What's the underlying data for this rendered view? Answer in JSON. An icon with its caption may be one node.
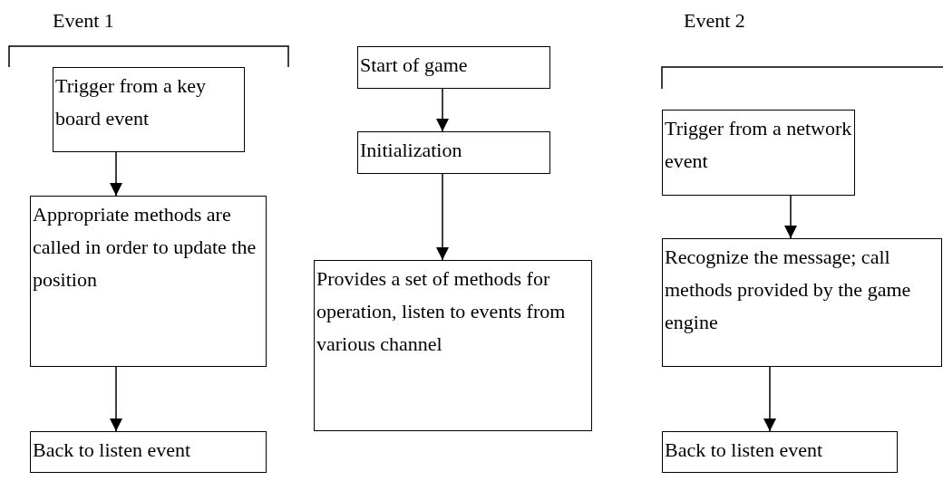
{
  "diagram": {
    "nodes": [
      {
        "text": [
          "Trigger from a key board event"
        ]
      },
      {
        "text": [
          "Appropriate methods are called in order to update the position"
        ]
      },
      {
        "text": [
          "Back to listen event"
        ]
      },
      {
        "text": [
          "Start of game"
        ]
      },
      {
        "text": [
          "Initialization"
        ]
      },
      {
        "text": [
          "Provides a set of methods for operation, listen to events from various channel"
        ]
      },
      {
        "text": [
          "Trigger from a network event"
        ]
      },
      {
        "text": [
          "Recognize the message; call methods provided by the game engine"
        ]
      },
      {
        "text": [
          "Back to listen event"
        ]
      }
    ],
    "edges": [
      {
        "from": 0,
        "to": 1,
        "arrow": "to"
      },
      {
        "from": 1,
        "to": 2,
        "arrow": "to"
      },
      {
        "from": 3,
        "to": 4,
        "arrow": "to"
      },
      {
        "from": 4,
        "to": 5,
        "arrow": "to"
      },
      {
        "from": 6,
        "to": 7,
        "arrow": "to"
      },
      {
        "from": 7,
        "to": 8,
        "arrow": "to"
      }
    ],
    "labels": [
      "Event 1",
      "Event 2"
    ]
  }
}
